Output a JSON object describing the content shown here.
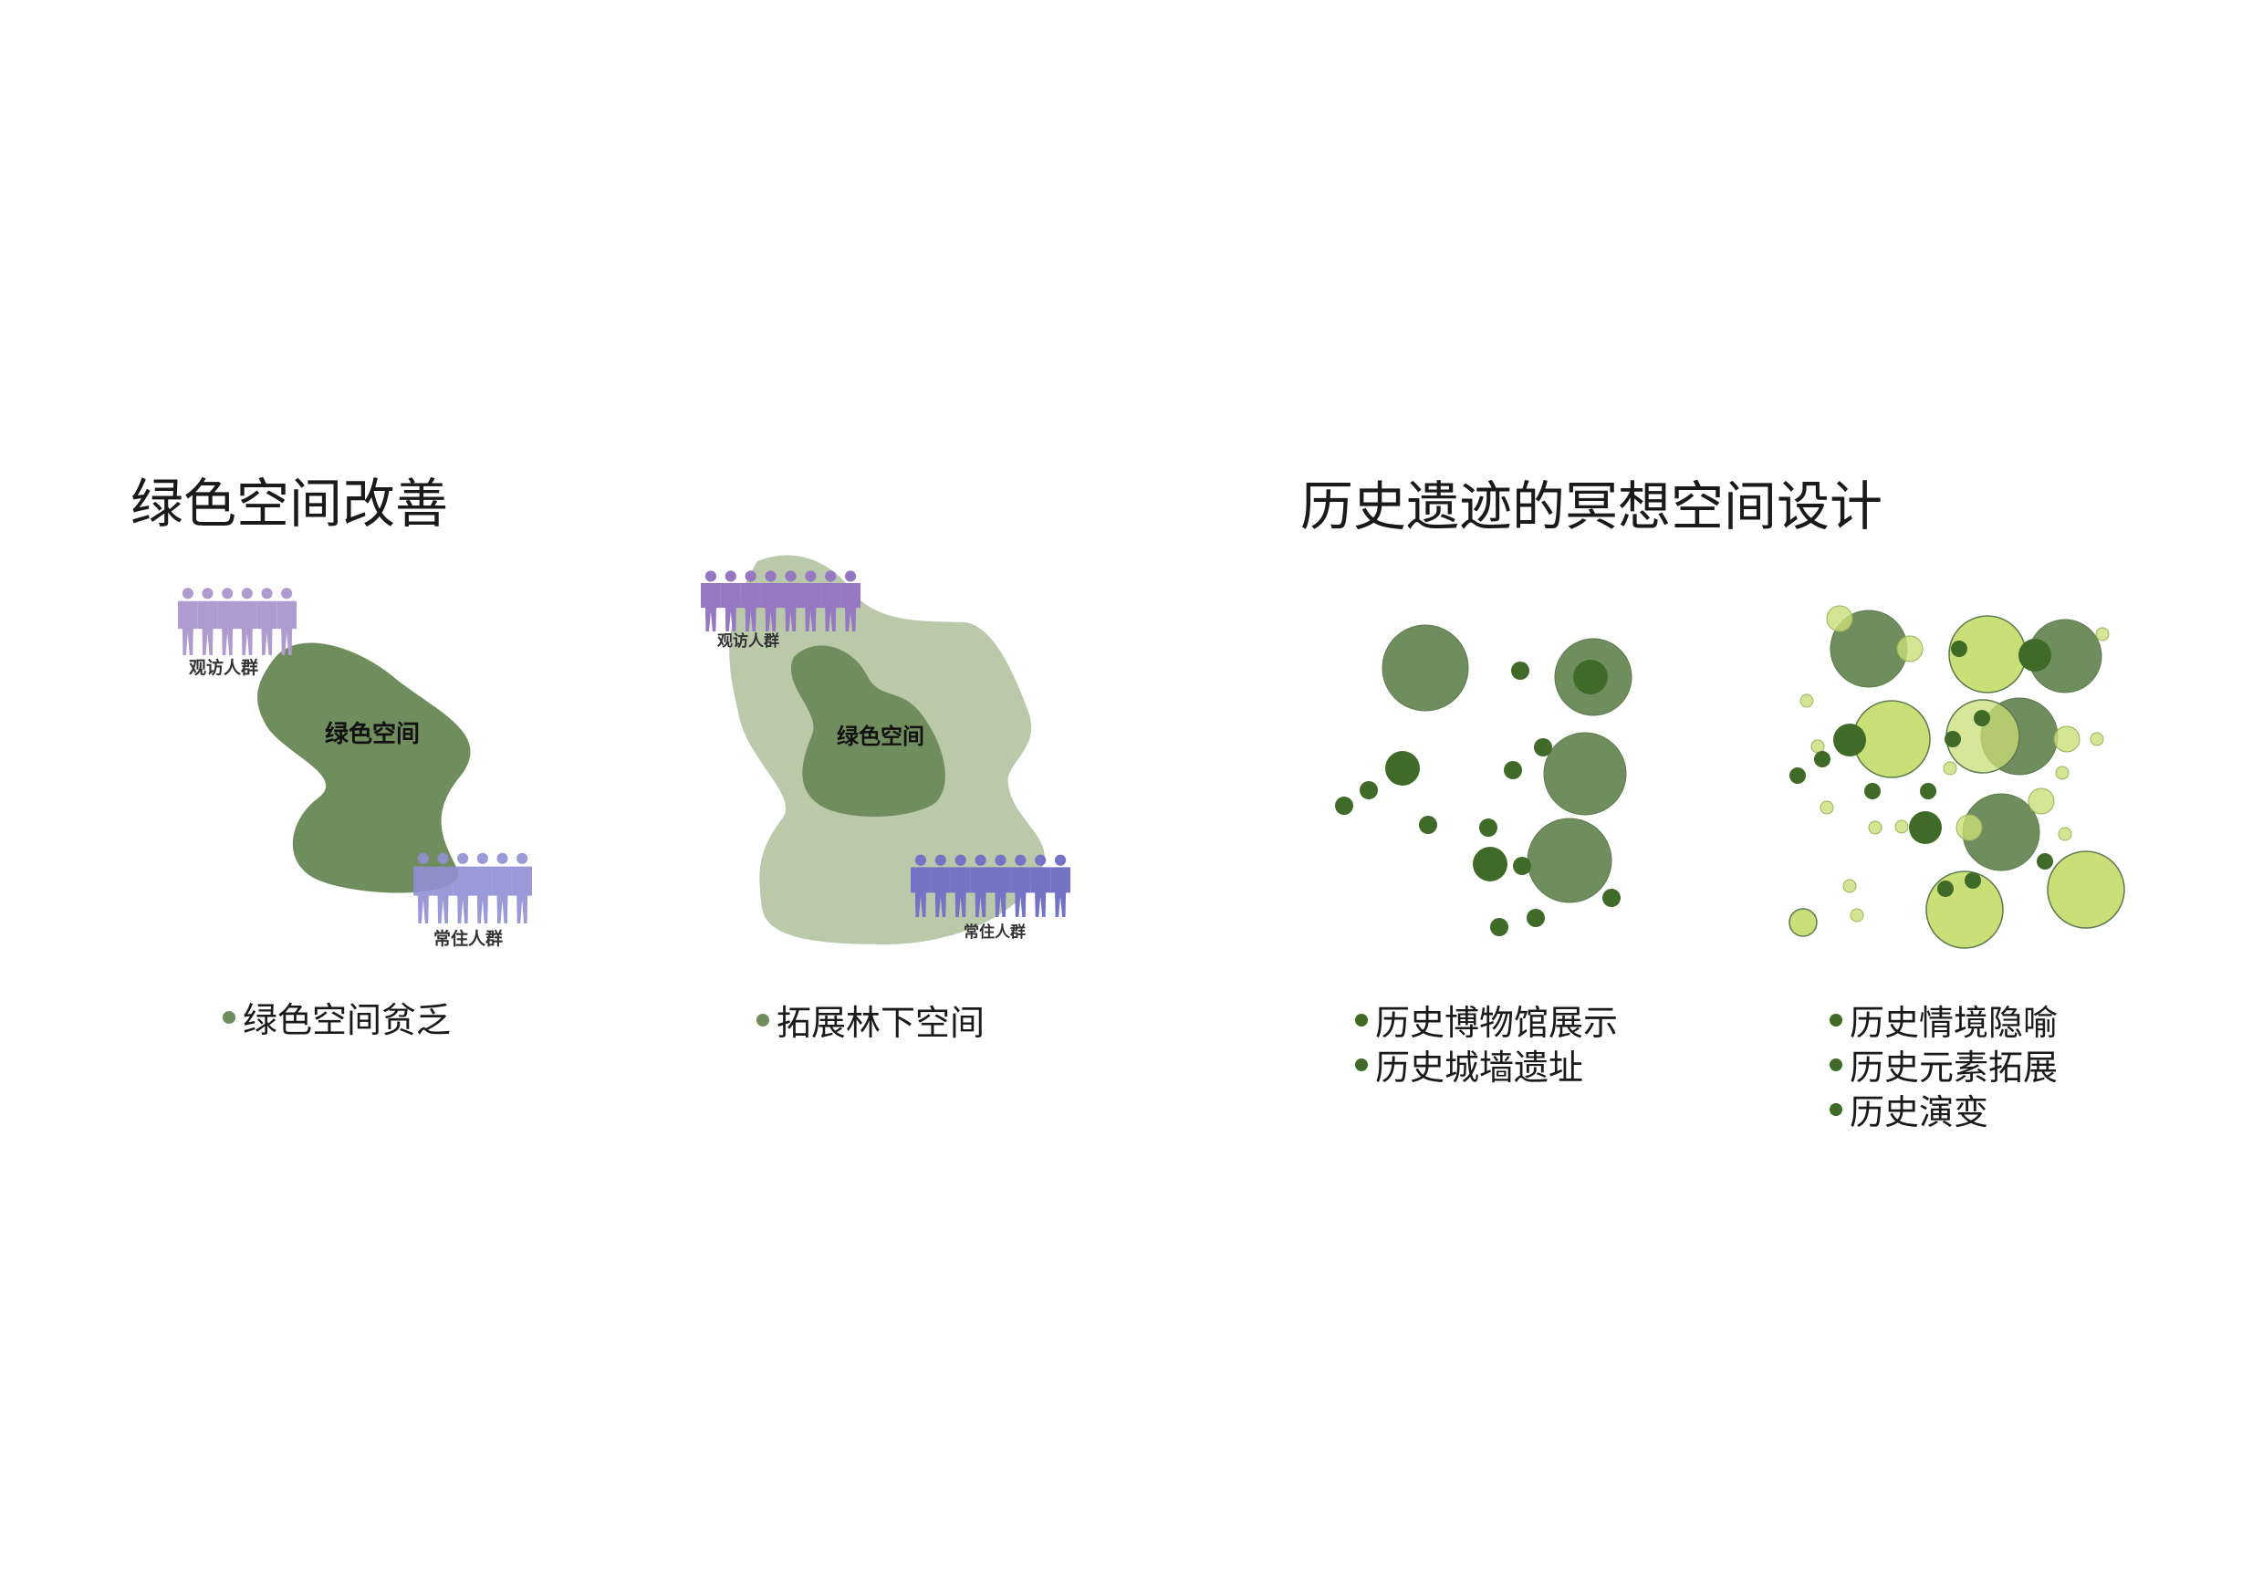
{
  "sections": {
    "green": {
      "title": "绿色空间改善"
    },
    "history": {
      "title": "历史遗迹的冥想空间设计"
    }
  },
  "colors": {
    "dark_green": "#708d5e",
    "darker_green": "#3f6a28",
    "pale_green": "#b9c9aa",
    "lime": "#c9df78",
    "visitor_purple": "#b09bd0",
    "visitor_purple_dark": "#9577c2",
    "resident_blue": "#8f8fd4",
    "resident_blue_dark": "#7474c6"
  },
  "panels": {
    "green_before": {
      "blob_label": "绿色空间",
      "visitors_label": "观访人群",
      "residents_label": "常住人群",
      "legend": [
        {
          "text": "绿色空间贫乏",
          "bullet_color": "#708d5e"
        }
      ]
    },
    "green_after": {
      "blob_label": "绿色空间",
      "visitors_label": "观访人群",
      "residents_label": "常住人群",
      "legend": [
        {
          "text": "拓展林下空间",
          "bullet_color": "#708d5e"
        }
      ]
    },
    "history_before": {
      "legend": [
        {
          "text": "历史博物馆展示",
          "bullet_color": "#3f6a28"
        },
        {
          "text": "历史城墙遗址",
          "bullet_color": "#3f6a28"
        }
      ]
    },
    "history_after": {
      "legend": [
        {
          "text": "历史情境隐喻",
          "bullet_color": "#3f6a28"
        },
        {
          "text": "历史元素拓展",
          "bullet_color": "#3f6a28"
        },
        {
          "text": "历史演变",
          "bullet_color": "#3f6a28"
        }
      ]
    }
  }
}
